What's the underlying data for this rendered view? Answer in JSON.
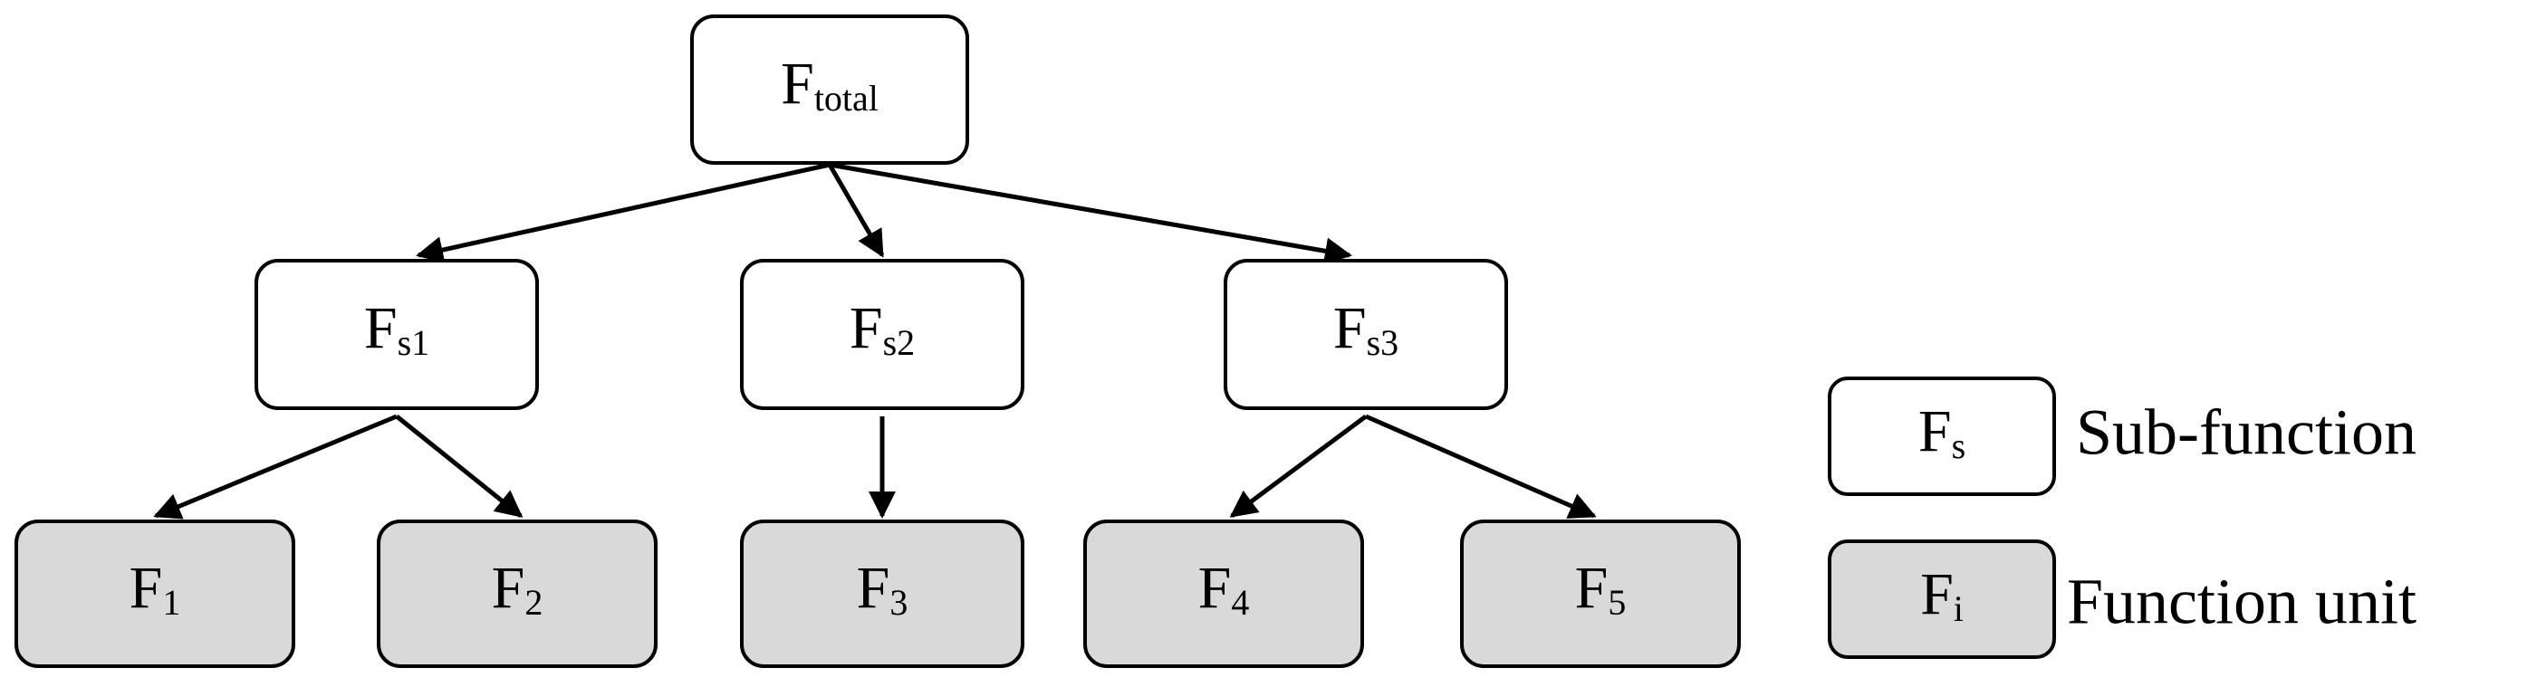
{
  "colors": {
    "sub_function_fill": "#ffffff",
    "function_unit_fill": "#d9d9d9",
    "stroke": "#000000"
  },
  "nodes": {
    "root": {
      "main": "F",
      "sub": "total"
    },
    "s1": {
      "main": "F",
      "sub": "s1"
    },
    "s2": {
      "main": "F",
      "sub": "s2"
    },
    "s3": {
      "main": "F",
      "sub": "s3"
    },
    "f1": {
      "main": "F",
      "sub": "1"
    },
    "f2": {
      "main": "F",
      "sub": "2"
    },
    "f3": {
      "main": "F",
      "sub": "3"
    },
    "f4": {
      "main": "F",
      "sub": "4"
    },
    "f5": {
      "main": "F",
      "sub": "5"
    }
  },
  "edges": [
    [
      "root",
      "s1"
    ],
    [
      "root",
      "s2"
    ],
    [
      "root",
      "s3"
    ],
    [
      "s1",
      "f1"
    ],
    [
      "s1",
      "f2"
    ],
    [
      "s2",
      "f3"
    ],
    [
      "s3",
      "f4"
    ],
    [
      "s3",
      "f5"
    ]
  ],
  "legend": {
    "sub_function": {
      "symbol_main": "F",
      "symbol_sub": "s",
      "label": "Sub-function"
    },
    "function_unit": {
      "symbol_main": "F",
      "symbol_sub": "i",
      "label": "Function unit"
    }
  }
}
